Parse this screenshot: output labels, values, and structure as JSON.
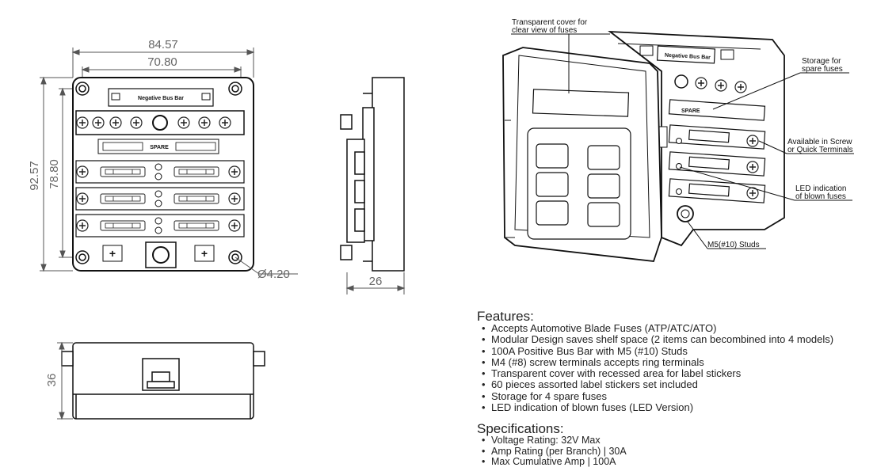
{
  "dimensions": {
    "width_outer": "84.57",
    "width_inner": "70.80",
    "height_outer": "92.57",
    "height_inner": "78.80",
    "hole_diameter": "Ø4.20",
    "depth": "26",
    "height_side": "36"
  },
  "part_labels": {
    "negative_bus_bar": "Negative Bus Bar",
    "spare": "SPARE"
  },
  "callouts": {
    "cover_line1": "Transparent cover for",
    "cover_line2": "clear view of fuses",
    "storage_line1": "Storage for",
    "storage_line2": "spare fuses",
    "terminals_line1": "Available in Screw",
    "terminals_line2": "or Quick Terminals",
    "led_line1": "LED indication",
    "led_line2": "of blown fuses",
    "studs": "M5(#10) Studs"
  },
  "features": {
    "heading": "Features:",
    "items": [
      "Accepts Automotive Blade Fuses (ATP/ATC/ATO)",
      "Modular Design saves shelf space (2 items can becombined into 4 models)",
      "100A Positive Bus Bar with M5 (#10) Studs",
      "M4 (#8) screw terminals accepts ring terminals",
      "Transparent cover with recessed area for label stickers",
      "60 pieces assorted label stickers set included",
      "Storage for 4 spare fuses",
      "LED indication of blown fuses (LED Version)"
    ]
  },
  "specifications": {
    "heading": "Specifications:",
    "items": [
      "Voltage Rating: 32V Max",
      "Amp Rating (per Branch) | 30A",
      "Max Cumulative Amp | 100A"
    ]
  }
}
